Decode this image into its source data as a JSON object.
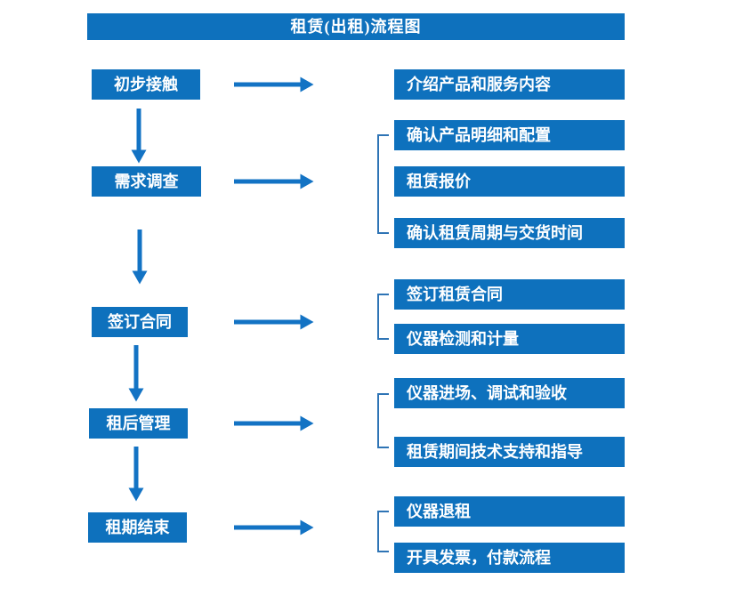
{
  "title": "租赁(出租)流程图",
  "colors": {
    "box_blue": "#0E71BD",
    "arrow_blue": "#1373C4",
    "bracket_blue": "#2E74B5",
    "text_white": "#FFFFFF",
    "background": "#FFFFFF"
  },
  "stages": [
    {
      "label": "初步接触",
      "outputs": [
        "介绍产品和服务内容"
      ]
    },
    {
      "label": "需求调查",
      "outputs": [
        "确认产品明细和配置",
        "租赁报价",
        "确认租赁周期与交货时间"
      ]
    },
    {
      "label": "签订合同",
      "outputs": [
        "签订租赁合同",
        "仪器检测和计量"
      ]
    },
    {
      "label": "租后管理",
      "outputs": [
        "仪器进场、调试和验收",
        "租赁期间技术支持和指导"
      ]
    },
    {
      "label": "租期结束",
      "outputs": [
        "仪器退租",
        "开具发票，付款流程"
      ]
    }
  ]
}
